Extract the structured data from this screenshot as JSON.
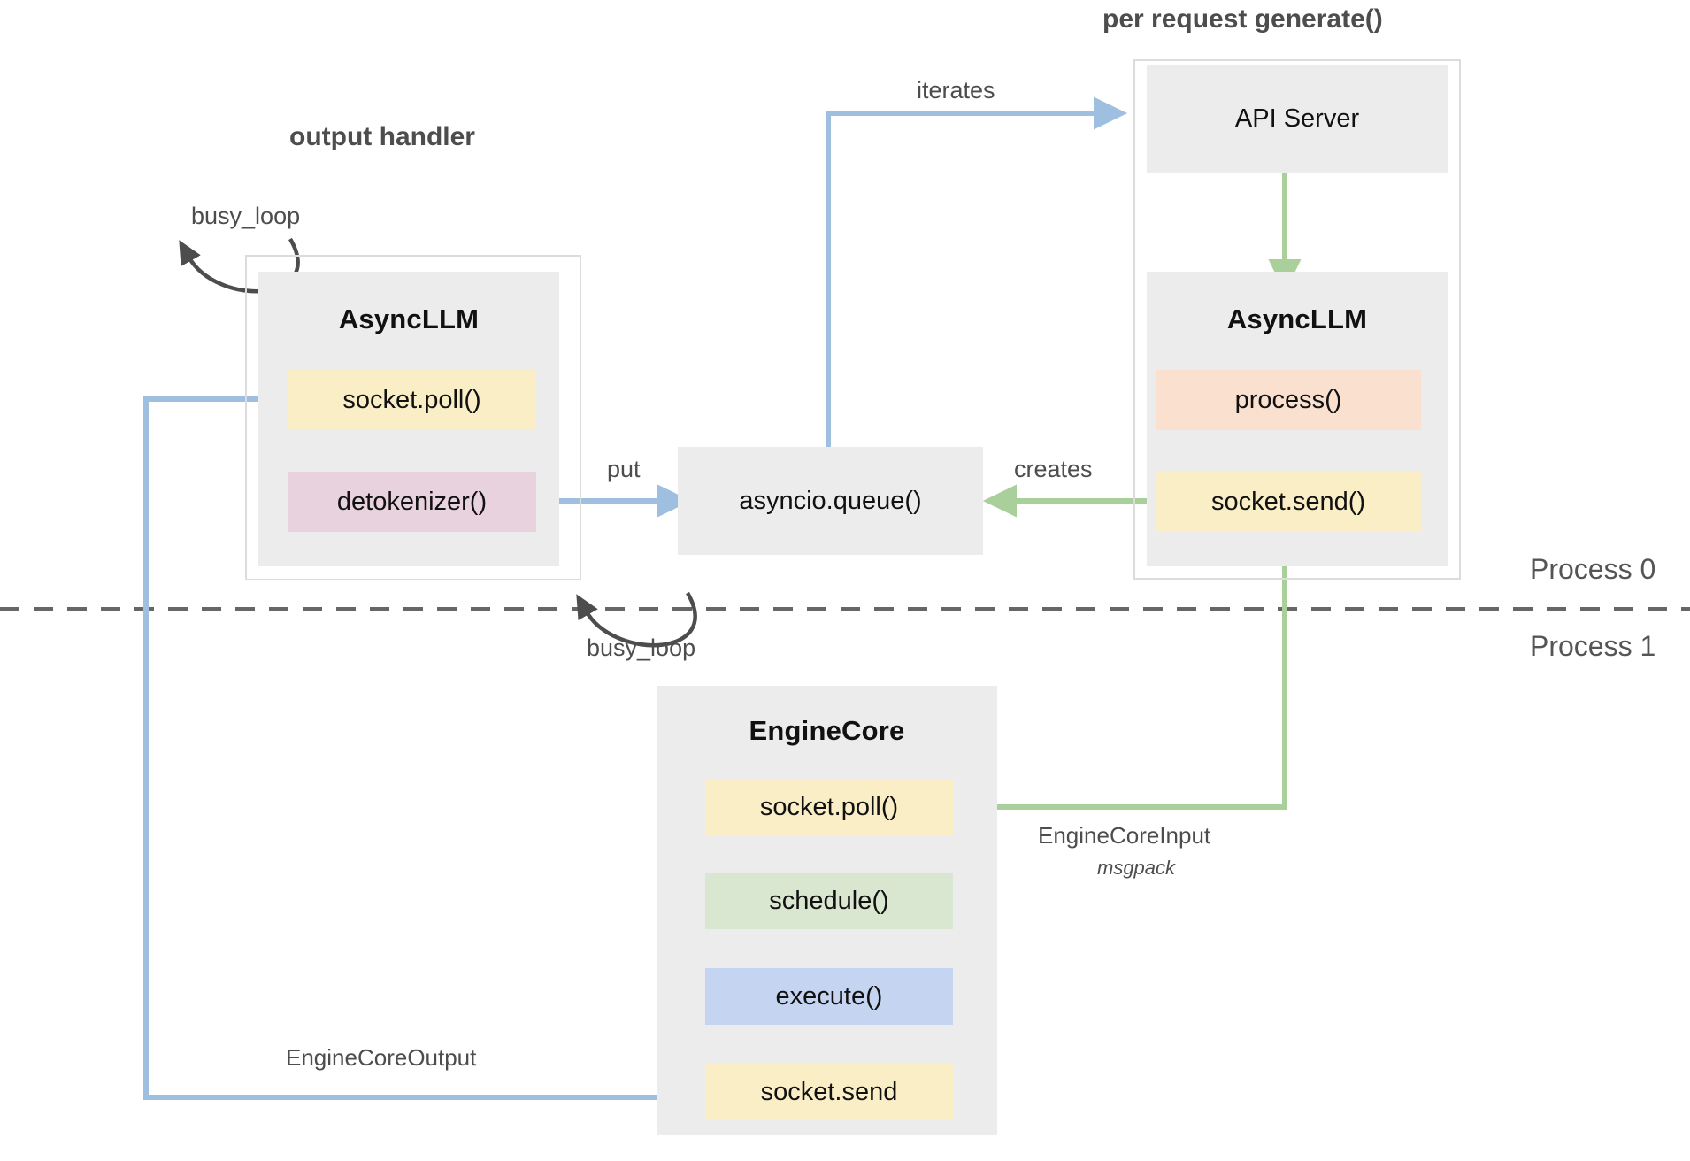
{
  "diagram": {
    "title_captions": {
      "output_handler": "output handler",
      "per_request": "per request generate()"
    },
    "process_labels": {
      "top": "Process 0",
      "bottom": "Process 1"
    },
    "groups": {
      "async_llm_left": {
        "title": "AsyncLLM",
        "items": [
          {
            "label": "socket.poll()",
            "color": "#faeec6"
          },
          {
            "label": "detokenizer()",
            "color": "#e8d2de"
          }
        ]
      },
      "async_llm_right": {
        "title": "AsyncLLM",
        "items": [
          {
            "label": "process()",
            "color": "#fae0ce"
          },
          {
            "label": "socket.send()",
            "color": "#faeec6"
          }
        ]
      },
      "engine_core": {
        "title": "EngineCore",
        "items": [
          {
            "label": "socket.poll()",
            "color": "#faeec6"
          },
          {
            "label": "schedule()",
            "color": "#d9e7d0"
          },
          {
            "label": "execute()",
            "color": "#c5d4f0"
          },
          {
            "label": "socket.send",
            "color": "#faeec6"
          }
        ]
      }
    },
    "nodes": {
      "api_server": "API Server",
      "asyncio_queue": "asyncio.queue()"
    },
    "edge_labels": {
      "busy_loop_top": "busy_loop",
      "busy_loop_bottom": "busy_loop",
      "iterates": "iterates",
      "put": "put",
      "creates": "creates",
      "engine_core_input": "EngineCoreInput",
      "engine_core_input_sub": "msgpack",
      "engine_core_output": "EngineCoreOutput"
    },
    "colors": {
      "blue_arrow": "#9fbfe0",
      "green_arrow": "#a9cf9a",
      "dark_arrow": "#4d4d4d",
      "group_fill": "#ececec",
      "group_border": "#dcdcdc",
      "divider": "#666666"
    }
  }
}
